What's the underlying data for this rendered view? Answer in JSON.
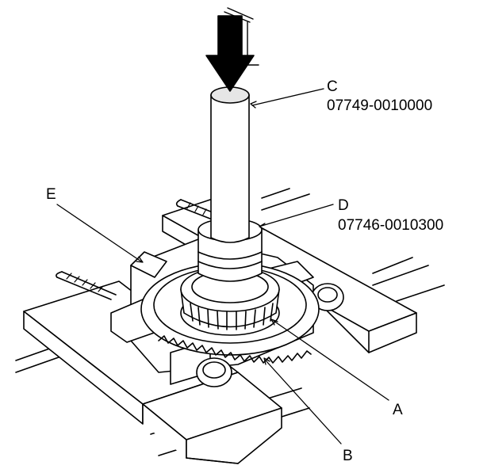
{
  "callouts": {
    "c": {
      "letter": "C",
      "part_number": "07749-0010000"
    },
    "d": {
      "letter": "D",
      "part_number": "07746-0010300"
    },
    "e": {
      "letter": "E"
    },
    "a": {
      "letter": "A"
    },
    "b": {
      "letter": "B"
    }
  },
  "colors": {
    "line": "#000000",
    "shade": "#c8c8c8",
    "light_shade": "#e6e6e6",
    "arrow": "#000000"
  }
}
